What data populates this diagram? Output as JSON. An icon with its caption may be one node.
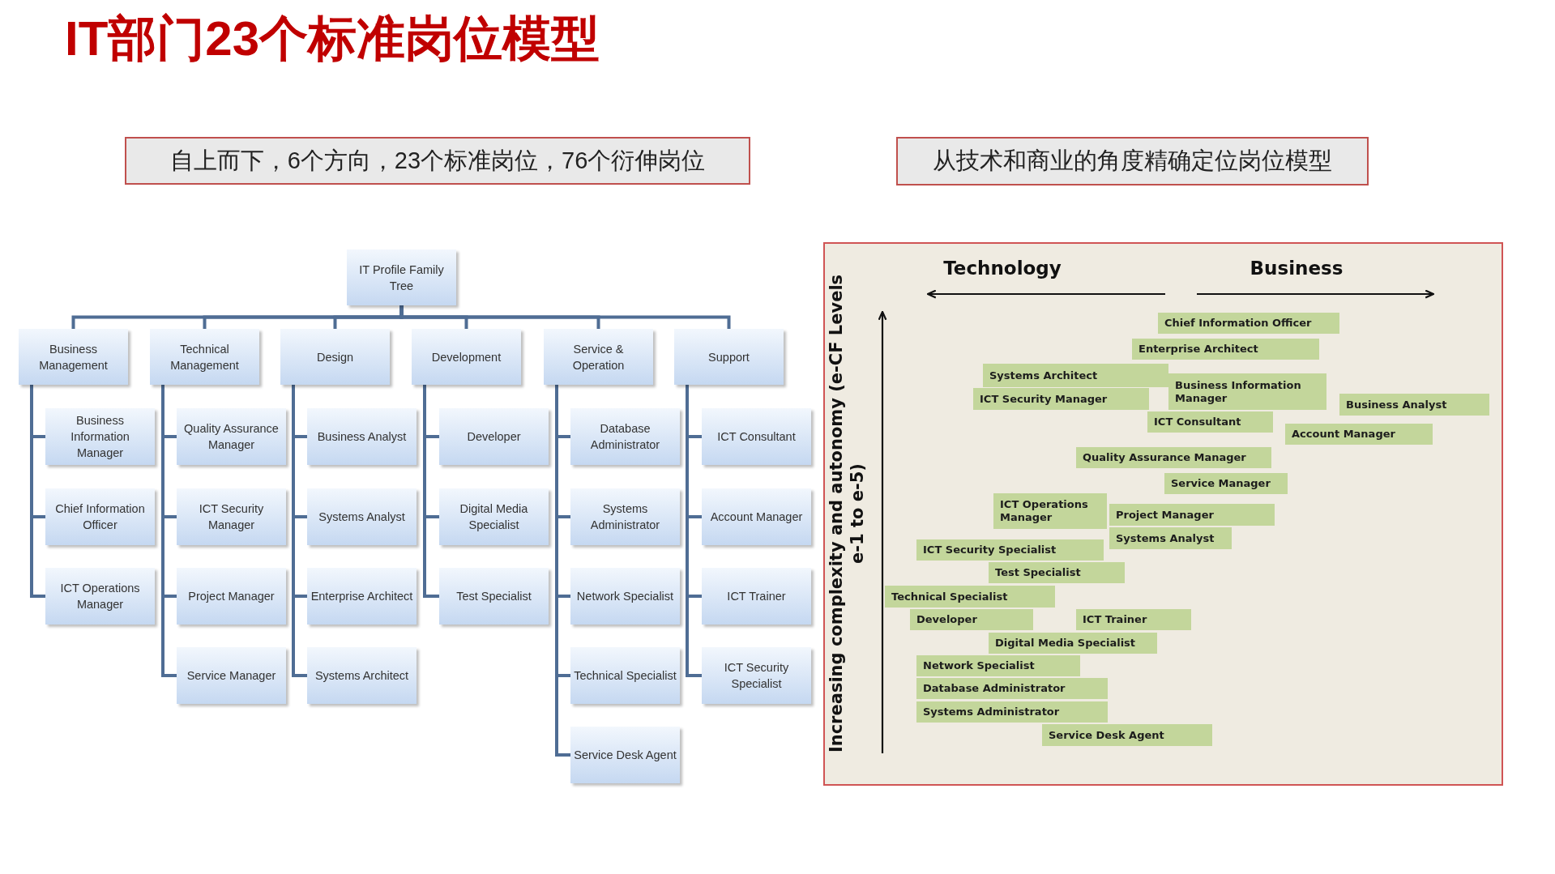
{
  "diagram": {
    "title": "IT部门23个标准岗位模型",
    "nodes": [
      {
        "text": [
          "自上而下，6个方向，23个标准岗位，76个衍伸岗位"
        ]
      },
      {
        "text": [
          "从技术和商业的角度精确定位岗位模型"
        ]
      },
      {
        "text": [
          "IT Profile Family Tree"
        ]
      },
      {
        "text": [
          "Business Management"
        ]
      },
      {
        "text": [
          "Technical Management"
        ]
      },
      {
        "text": [
          "Design"
        ]
      },
      {
        "text": [
          "Development"
        ]
      },
      {
        "text": [
          "Service & Operation"
        ]
      },
      {
        "text": [
          "Support"
        ]
      },
      {
        "text": [
          "Business Information Manager"
        ]
      },
      {
        "text": [
          "Chief Information Officer"
        ]
      },
      {
        "text": [
          "ICT Operations Manager"
        ]
      },
      {
        "text": [
          "Quality Assurance Manager"
        ]
      },
      {
        "text": [
          "ICT Security Manager"
        ]
      },
      {
        "text": [
          "Project Manager"
        ]
      },
      {
        "text": [
          "Service Manager"
        ]
      },
      {
        "text": [
          "Business Analyst"
        ]
      },
      {
        "text": [
          "Systems Analyst"
        ]
      },
      {
        "text": [
          "Enterprise Architect"
        ]
      },
      {
        "text": [
          "Systems Architect"
        ]
      },
      {
        "text": [
          "Developer"
        ]
      },
      {
        "text": [
          "Digital Media Specialist"
        ]
      },
      {
        "text": [
          "Test Specialist"
        ]
      },
      {
        "text": [
          "Database Administrator"
        ]
      },
      {
        "text": [
          "Systems Administrator"
        ]
      },
      {
        "text": [
          "Network Specialist"
        ]
      },
      {
        "text": [
          "Technical Specialist"
        ]
      },
      {
        "text": [
          "Service Desk Agent"
        ]
      },
      {
        "text": [
          "ICT Consultant"
        ]
      },
      {
        "text": [
          "Account Manager"
        ]
      },
      {
        "text": [
          "ICT Trainer"
        ]
      },
      {
        "text": [
          "ICT Security Specialist"
        ]
      },
      {
        "text": [
          "Chief Information Officer"
        ]
      },
      {
        "text": [
          "Enterprise Architect"
        ]
      },
      {
        "text": [
          "Systems Architect"
        ]
      },
      {
        "text": [
          "Business Information Manager"
        ]
      },
      {
        "text": [
          "ICT Security Manager"
        ]
      },
      {
        "text": [
          "Business Analyst"
        ]
      },
      {
        "text": [
          "ICT Consultant"
        ]
      },
      {
        "text": [
          "Account Manager"
        ]
      },
      {
        "text": [
          "Quality Assurance Manager"
        ]
      },
      {
        "text": [
          "Service Manager"
        ]
      },
      {
        "text": [
          "ICT Operations Manager"
        ]
      },
      {
        "text": [
          "Project Manager"
        ]
      },
      {
        "text": [
          "Systems Analyst"
        ]
      },
      {
        "text": [
          "ICT Security Specialist"
        ]
      },
      {
        "text": [
          "Test Specialist"
        ]
      },
      {
        "text": [
          "Technical Specialist"
        ]
      },
      {
        "text": [
          "Developer"
        ]
      },
      {
        "text": [
          "ICT Trainer"
        ]
      },
      {
        "text": [
          "Digital Media Specialist"
        ]
      },
      {
        "text": [
          "Network Specialist"
        ]
      },
      {
        "text": [
          "Database Administrator"
        ]
      },
      {
        "text": [
          "Systems Administrator"
        ]
      },
      {
        "text": [
          "Service Desk Agent"
        ]
      }
    ],
    "edges": [
      {
        "from": 2,
        "to": 3,
        "arrow": "none"
      },
      {
        "from": 2,
        "to": 4,
        "arrow": "none"
      },
      {
        "from": 2,
        "to": 5,
        "arrow": "none"
      },
      {
        "from": 2,
        "to": 6,
        "arrow": "none"
      },
      {
        "from": 2,
        "to": 7,
        "arrow": "none"
      },
      {
        "from": 2,
        "to": 8,
        "arrow": "none"
      },
      {
        "from": 3,
        "to": 9,
        "arrow": "none"
      },
      {
        "from": 3,
        "to": 10,
        "arrow": "none"
      },
      {
        "from": 3,
        "to": 11,
        "arrow": "none"
      },
      {
        "from": 4,
        "to": 12,
        "arrow": "none"
      },
      {
        "from": 4,
        "to": 13,
        "arrow": "none"
      },
      {
        "from": 4,
        "to": 14,
        "arrow": "none"
      },
      {
        "from": 4,
        "to": 15,
        "arrow": "none"
      },
      {
        "from": 5,
        "to": 16,
        "arrow": "none"
      },
      {
        "from": 5,
        "to": 17,
        "arrow": "none"
      },
      {
        "from": 5,
        "to": 18,
        "arrow": "none"
      },
      {
        "from": 5,
        "to": 19,
        "arrow": "none"
      },
      {
        "from": 6,
        "to": 20,
        "arrow": "none"
      },
      {
        "from": 6,
        "to": 21,
        "arrow": "none"
      },
      {
        "from": 6,
        "to": 22,
        "arrow": "none"
      },
      {
        "from": 7,
        "to": 23,
        "arrow": "none"
      },
      {
        "from": 7,
        "to": 24,
        "arrow": "none"
      },
      {
        "from": 7,
        "to": 25,
        "arrow": "none"
      },
      {
        "from": 7,
        "to": 26,
        "arrow": "none"
      },
      {
        "from": 7,
        "to": 27,
        "arrow": "none"
      },
      {
        "from": 8,
        "to": 28,
        "arrow": "none"
      },
      {
        "from": 8,
        "to": 29,
        "arrow": "none"
      },
      {
        "from": 8,
        "to": 30,
        "arrow": "none"
      },
      {
        "from": 8,
        "to": 31,
        "arrow": "none"
      }
    ],
    "labels": [
      "Technology",
      "Business",
      "Increasing complexity and autonomy (e-CF Levels e-1 to e-5)"
    ]
  }
}
